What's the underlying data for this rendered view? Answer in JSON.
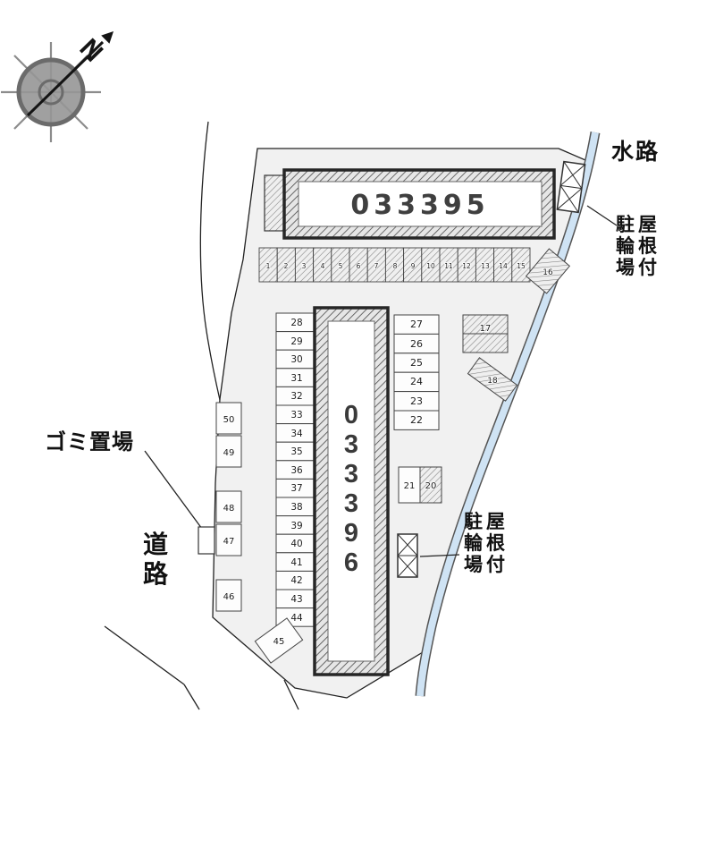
{
  "compass": {
    "north_label": "N"
  },
  "labels": {
    "waterway": "水路",
    "road": "道路",
    "garbage": "ゴミ置場",
    "bike_shed_col1": "駐輪場",
    "bike_shed_col2": "屋根付"
  },
  "buildings": {
    "building_a": "033395",
    "building_b": "033396"
  },
  "stalls": {
    "top_row": [
      "1",
      "2",
      "3",
      "4",
      "5",
      "6",
      "7",
      "8",
      "9",
      "10",
      "11",
      "12",
      "13",
      "14",
      "15"
    ],
    "left_column": [
      "28",
      "29",
      "30",
      "31",
      "32",
      "33",
      "34",
      "35",
      "36",
      "37",
      "38",
      "39",
      "40",
      "41",
      "42",
      "43",
      "44"
    ],
    "right_column": [
      "27",
      "26",
      "25",
      "24",
      "23",
      "22"
    ],
    "far_left": [
      "50",
      "49",
      "48",
      "47",
      "46"
    ],
    "s16": "16",
    "s17": "17",
    "s18": "18",
    "s20": "20",
    "s21": "21",
    "s45": "45"
  },
  "colors": {
    "water": "#cfe3f4",
    "parcel": "#f1f1f1",
    "hatch": "#4a4a4a"
  }
}
